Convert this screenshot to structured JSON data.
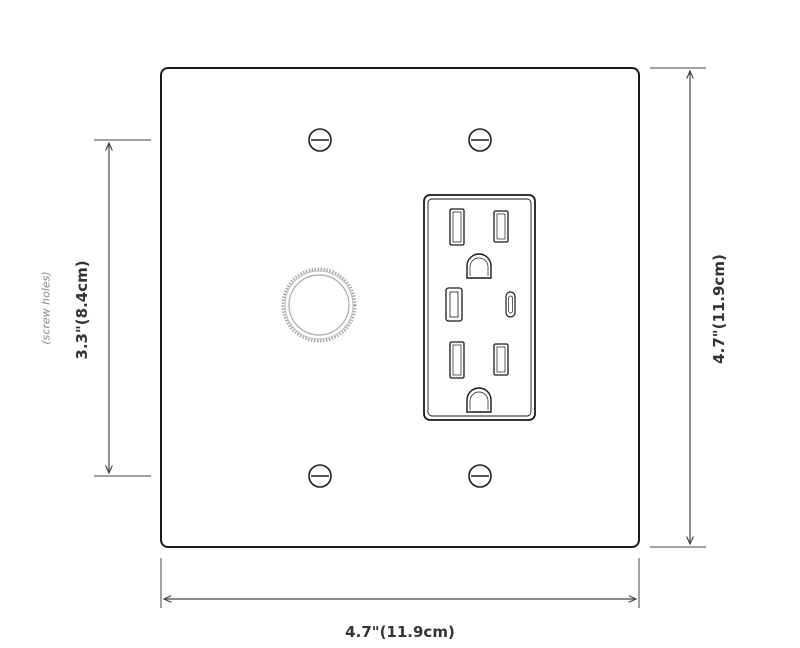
{
  "diagram": {
    "subject": "Double gang wall plate with dimmer knob and outlet with USB-A and USB-C",
    "colors": {
      "outline": "#1a1a1a",
      "dimension_line": "#444444",
      "label": "#333333",
      "note": "#888888",
      "knob": "#aaaaaa"
    }
  },
  "dimensions": {
    "width_label": "4.7\"(11.9cm)",
    "height_label": "4.7\"(11.9cm)",
    "screw_spacing_label": "3.3\"(8.4cm)",
    "screw_spacing_note": "(screw holes)"
  },
  "components": {
    "plate": "wall-plate",
    "left_gang": "rotary-dimmer-knob",
    "right_gang": "duplex-outlet",
    "usb_ports": [
      "USB-A",
      "USB-C"
    ],
    "screws": 4
  }
}
